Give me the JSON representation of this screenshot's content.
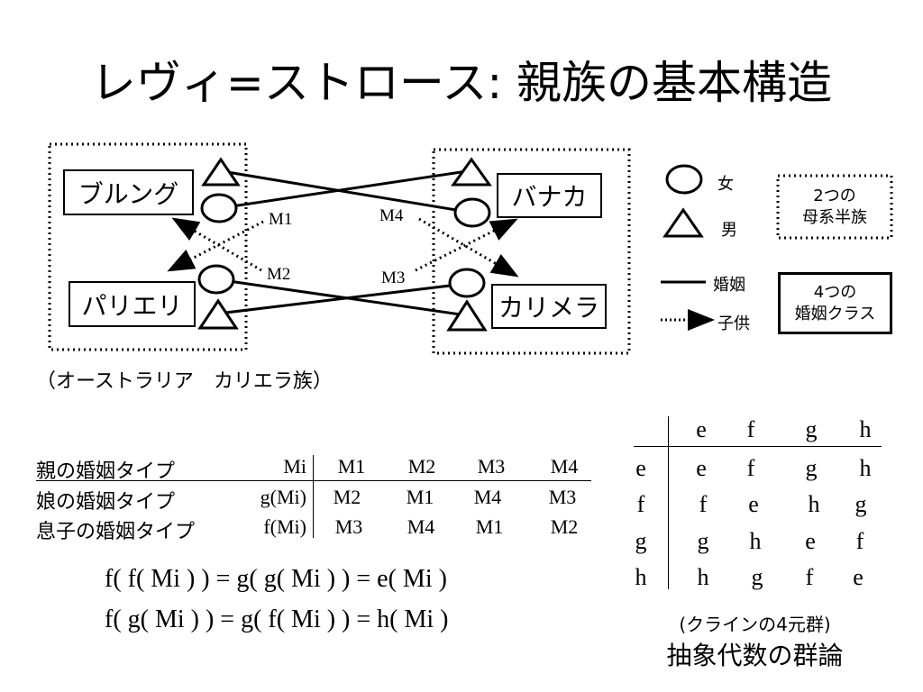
{
  "title": "レヴィ=ストロース: 親族の基本構造",
  "diagram": {
    "clans": {
      "burungu": "ブルング",
      "banaka": "バナカ",
      "parieri": "パリエリ",
      "karimera": "カリメラ"
    },
    "marriage_labels": [
      "M1",
      "M2",
      "M3",
      "M4"
    ],
    "caption": "（オーストラリア　カリエラ族）"
  },
  "legend": {
    "female": "女",
    "male": "男",
    "marriage": "婚姻",
    "child": "子供",
    "moiety_box": [
      "2つの",
      "母系半族"
    ],
    "class_box": [
      "4つの",
      "婚姻クラス"
    ]
  },
  "marriage_table": {
    "rows": [
      {
        "label": "親の婚姻タイプ",
        "fn": "Mi",
        "values": [
          "M1",
          "M2",
          "M3",
          "M4"
        ]
      },
      {
        "label": "娘の婚姻タイプ",
        "fn": "g(Mi)",
        "values": [
          "M2",
          "M1",
          "M4",
          "M3"
        ]
      },
      {
        "label": "息子の婚姻タイプ",
        "fn": "f(Mi)",
        "values": [
          "M3",
          "M4",
          "M1",
          "M2"
        ]
      }
    ]
  },
  "formulas": [
    "f( f( Mi ) ) = g( g( Mi ) ) = e( Mi )",
    "f( g( Mi ) ) = g( f( Mi ) ) = h( Mi )"
  ],
  "klein_table": {
    "header": [
      "e",
      "f",
      "g",
      "h"
    ],
    "rows": [
      {
        "head": "e",
        "cells": [
          "e",
          "f",
          "g",
          "h"
        ]
      },
      {
        "head": "f",
        "cells": [
          "f",
          "e",
          "h",
          "g"
        ]
      },
      {
        "head": "g",
        "cells": [
          "g",
          "h",
          "e",
          "f"
        ]
      },
      {
        "head": "h",
        "cells": [
          "h",
          "g",
          "f",
          "e"
        ]
      }
    ],
    "caption": "(クラインの4元群)",
    "subtitle": "抽象代数の群論"
  }
}
